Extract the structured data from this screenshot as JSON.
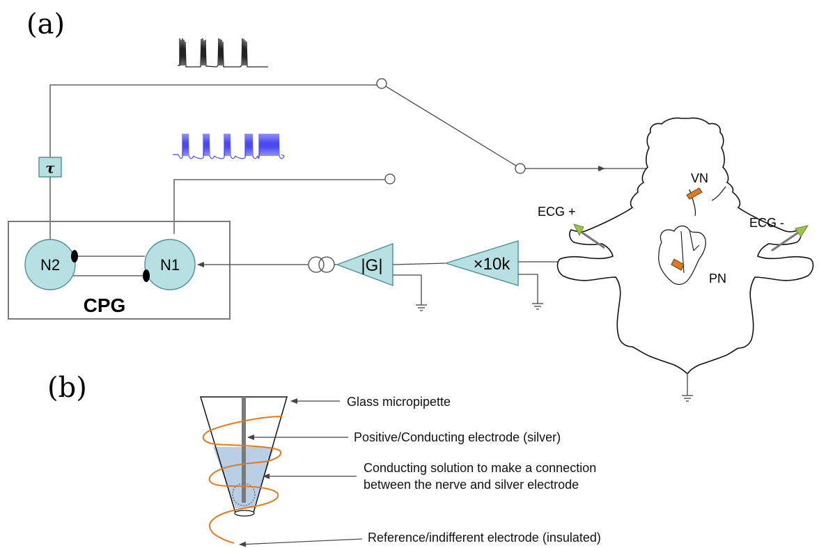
{
  "panels": {
    "a_label": "(a)",
    "b_label": "(b)"
  },
  "cpg": {
    "label": "CPG",
    "n1": "N1",
    "n2": "N2",
    "tau": "τ"
  },
  "amplifiers": {
    "gain": "|G|",
    "preamp": "×10k"
  },
  "animal": {
    "vn": "VN",
    "pn": "PN",
    "ecg_plus": "ECG +",
    "ecg_minus": "ECG -"
  },
  "electrode": {
    "glass": "Glass micropipette",
    "positive": "Positive/Conducting electrode (silver)",
    "solution_line1": "Conducting solution to make a connection",
    "solution_line2": "between the nerve and silver electrode",
    "reference": "Reference/indifferent electrode (insulated)"
  },
  "colors": {
    "box_fill": "#b7e0e2",
    "box_stroke": "#4d8f92",
    "trace_blue": "#4b4bf0",
    "wire_orange": "#e07a1e",
    "solution_fill": "#b8cfe6",
    "ecg_green": "#9cc44a"
  }
}
